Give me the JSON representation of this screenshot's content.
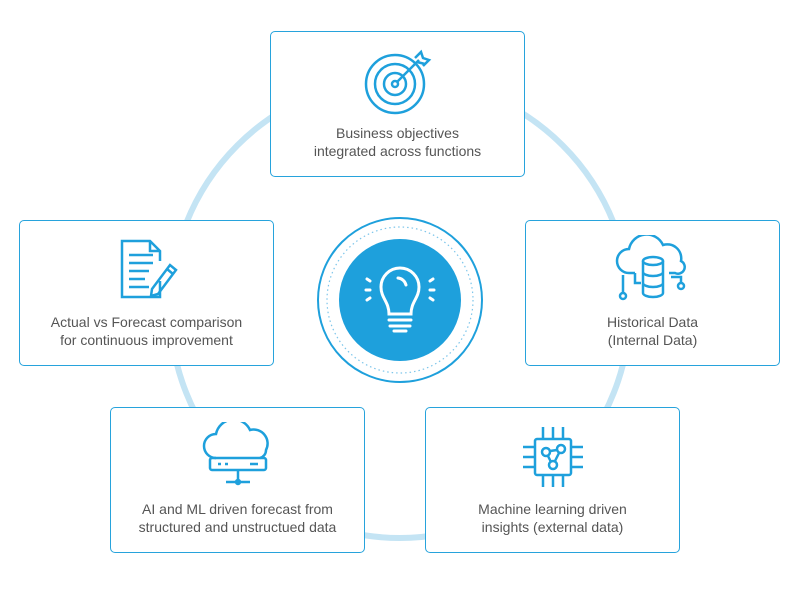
{
  "colors": {
    "accent": "#1ea0dc",
    "ring": "#c4e4f4",
    "text": "#555555"
  },
  "center": {
    "icon": "lightbulb-icon"
  },
  "nodes": [
    {
      "icon": "target-icon",
      "line1": "Business objectives",
      "line2": "integrated across functions"
    },
    {
      "icon": "cloud-database-icon",
      "line1": "Historical Data",
      "line2": "(Internal Data)"
    },
    {
      "icon": "chip-network-icon",
      "line1": "Machine learning driven",
      "line2": "insights (external data)"
    },
    {
      "icon": "cloud-server-icon",
      "line1": "AI and ML driven forecast from",
      "line2": "structured and unstructued data"
    },
    {
      "icon": "document-pencil-icon",
      "line1": "Actual vs Forecast comparison",
      "line2": "for continuous improvement"
    }
  ]
}
